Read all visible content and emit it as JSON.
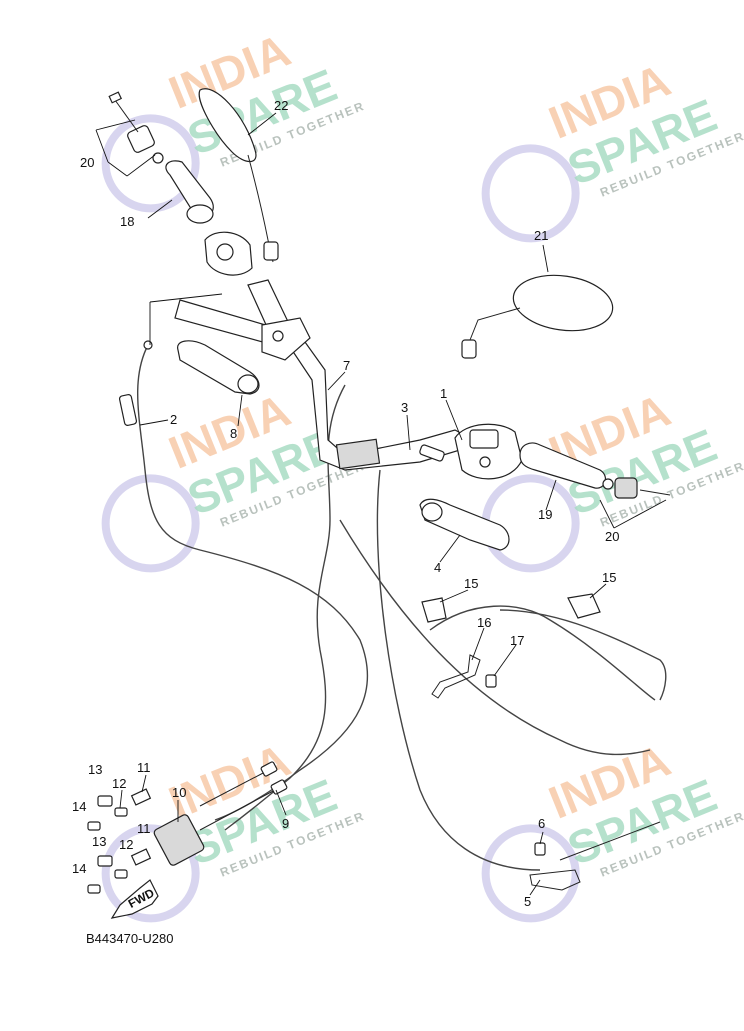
{
  "diagram": {
    "code": "B443470-U280",
    "fwd_label": "FWD",
    "callouts": [
      {
        "id": "c1",
        "text": "1"
      },
      {
        "id": "c2",
        "text": "2"
      },
      {
        "id": "c3",
        "text": "3"
      },
      {
        "id": "c4",
        "text": "4"
      },
      {
        "id": "c5",
        "text": "5"
      },
      {
        "id": "c6",
        "text": "6"
      },
      {
        "id": "c7",
        "text": "7"
      },
      {
        "id": "c8",
        "text": "8"
      },
      {
        "id": "c9",
        "text": "9"
      },
      {
        "id": "c10",
        "text": "10"
      },
      {
        "id": "c11a",
        "text": "11"
      },
      {
        "id": "c11b",
        "text": "11"
      },
      {
        "id": "c12a",
        "text": "12"
      },
      {
        "id": "c12b",
        "text": "12"
      },
      {
        "id": "c13a",
        "text": "13"
      },
      {
        "id": "c13b",
        "text": "13"
      },
      {
        "id": "c14a",
        "text": "14"
      },
      {
        "id": "c14b",
        "text": "14"
      },
      {
        "id": "c15a",
        "text": "15"
      },
      {
        "id": "c15b",
        "text": "15"
      },
      {
        "id": "c16",
        "text": "16"
      },
      {
        "id": "c17",
        "text": "17"
      },
      {
        "id": "c18",
        "text": "18"
      },
      {
        "id": "c19",
        "text": "19"
      },
      {
        "id": "c20a",
        "text": "20"
      },
      {
        "id": "c20b",
        "text": "20"
      },
      {
        "id": "c21",
        "text": "21"
      },
      {
        "id": "c22",
        "text": "22"
      }
    ]
  },
  "watermark": {
    "line1": "INDIA",
    "line2": "SPARE",
    "tagline": "REBUILD TOGETHER",
    "colors": {
      "india": "#f7c9a8",
      "spare": "#a9dcc4",
      "tagline": "#b9c2bd",
      "logo": "#c7c3e8"
    }
  }
}
